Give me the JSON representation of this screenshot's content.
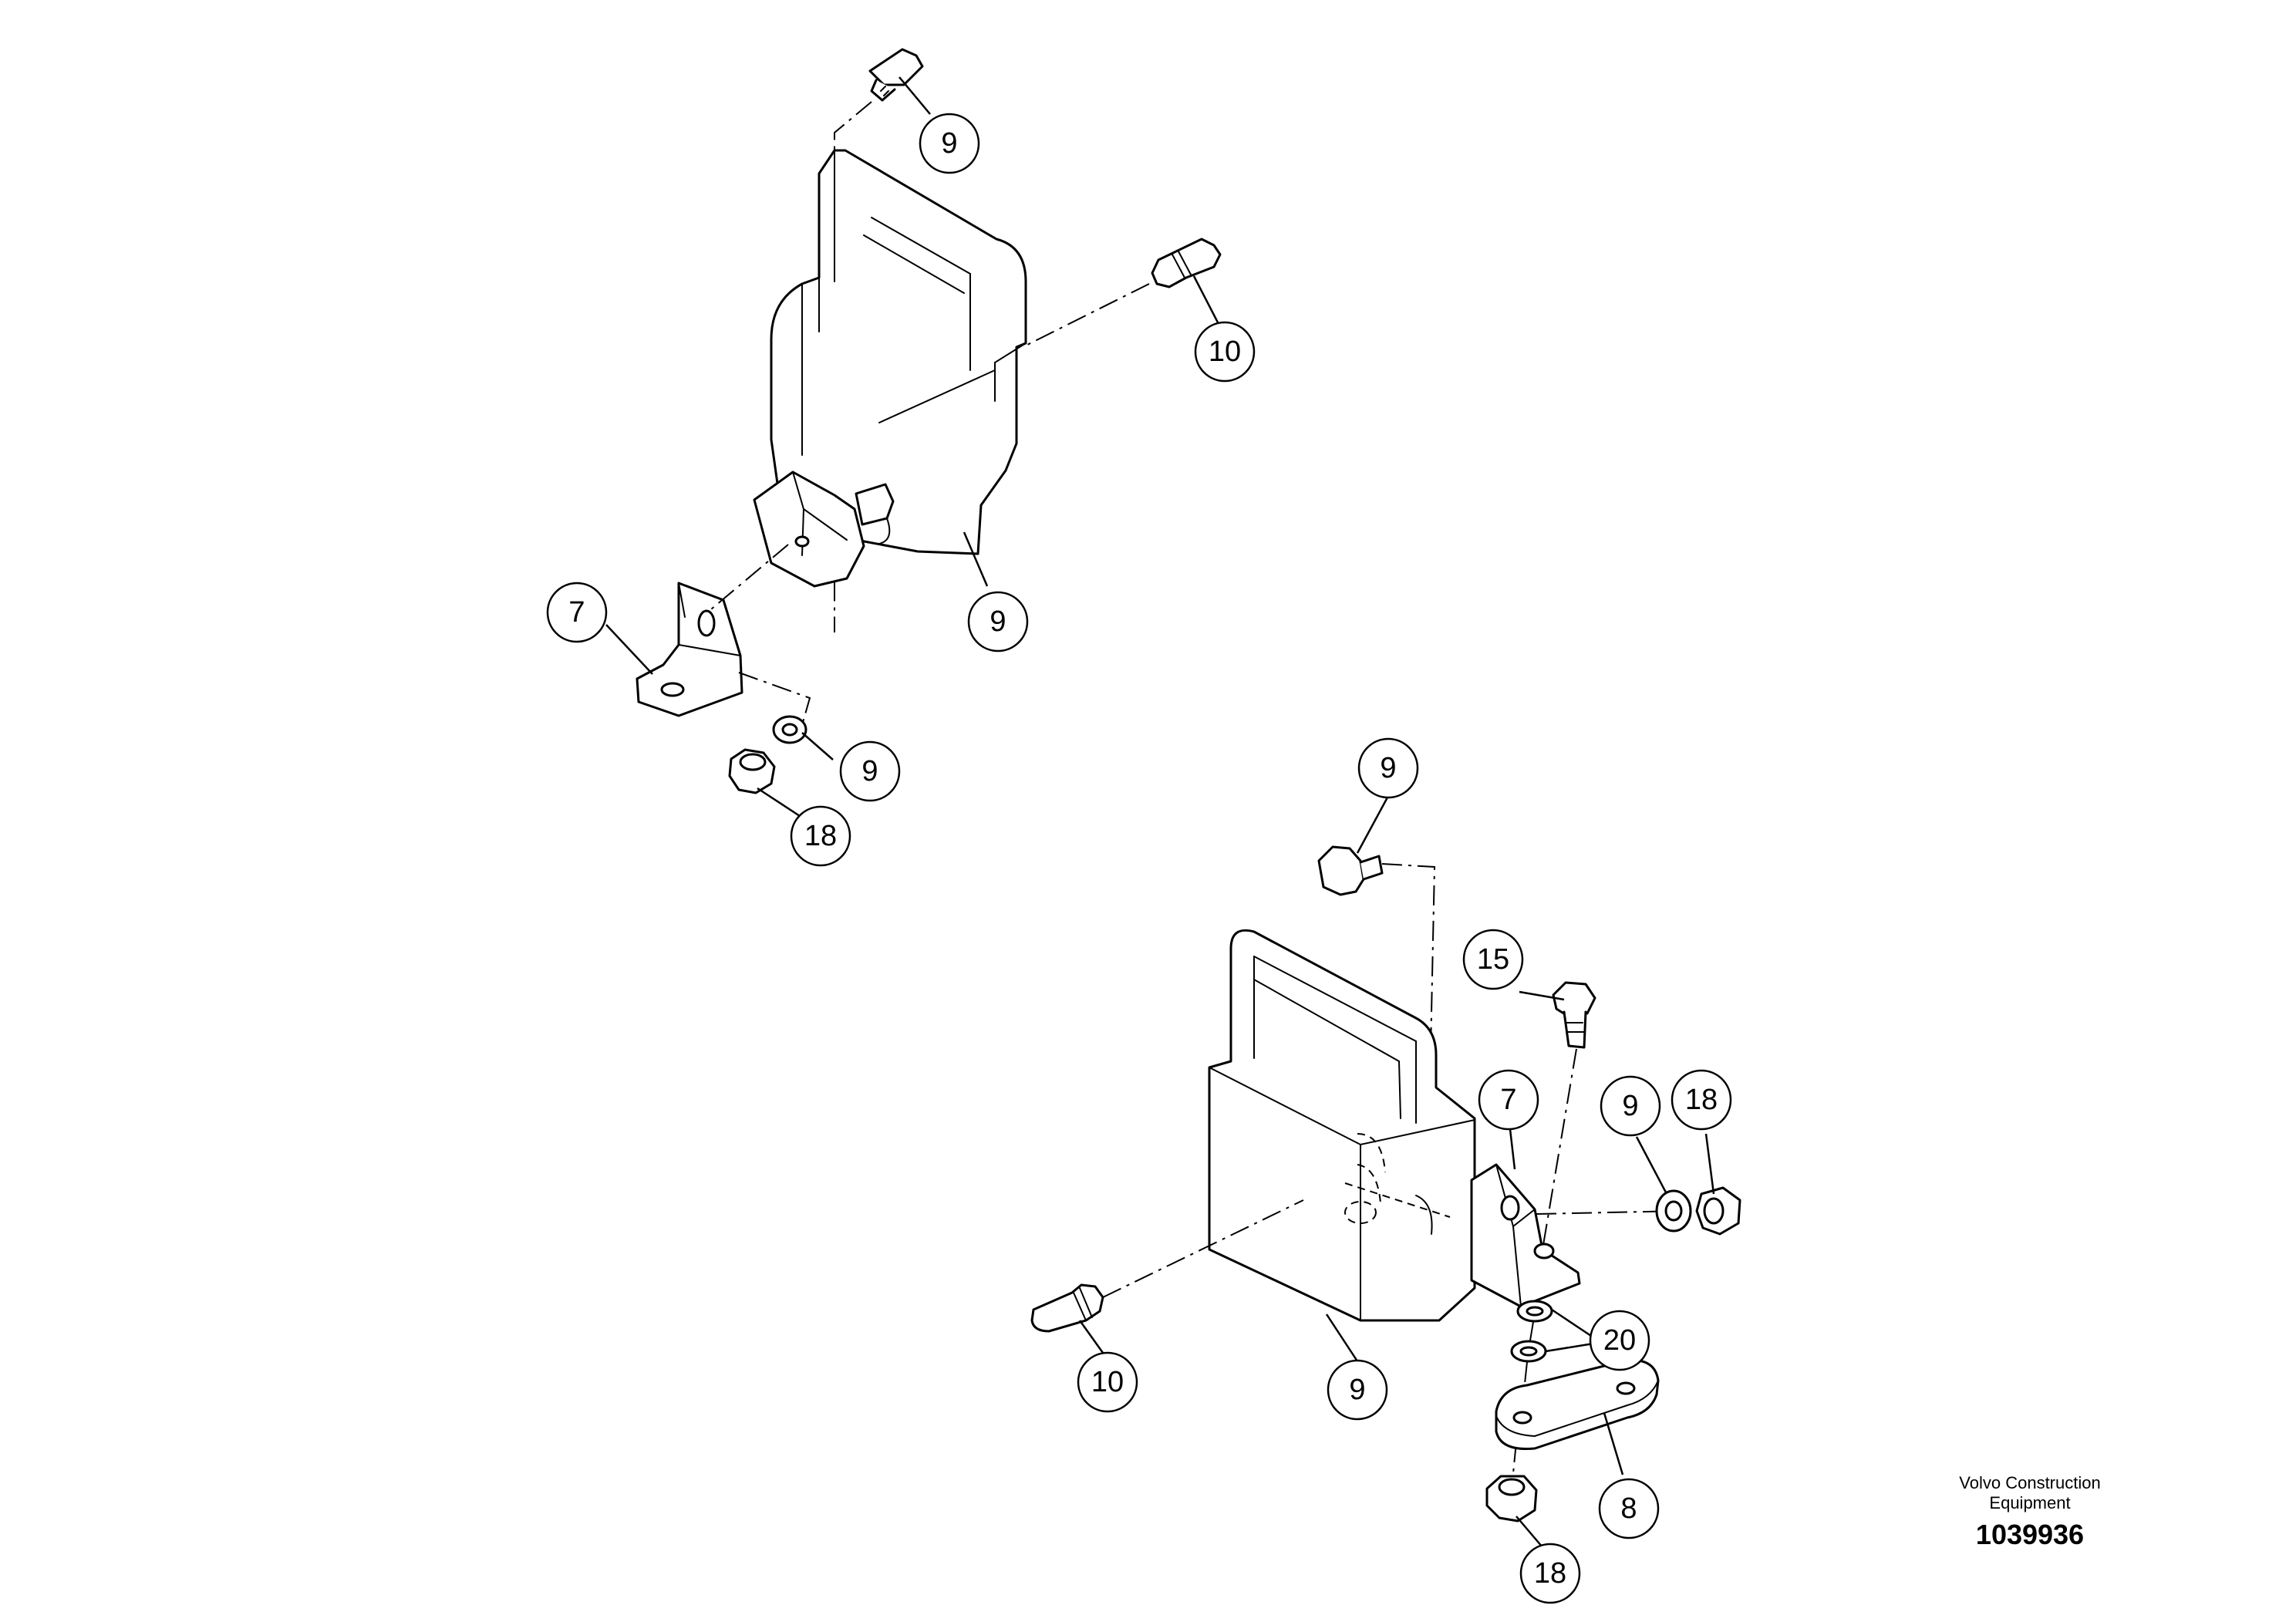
{
  "callouts": [
    {
      "label": "9"
    },
    {
      "label": "10"
    },
    {
      "label": "9"
    },
    {
      "label": "7"
    },
    {
      "label": "9"
    },
    {
      "label": "18"
    },
    {
      "label": "9"
    },
    {
      "label": "15"
    },
    {
      "label": "7"
    },
    {
      "label": "9"
    },
    {
      "label": "18"
    },
    {
      "label": "20"
    },
    {
      "label": "10"
    },
    {
      "label": "9"
    },
    {
      "label": "8"
    },
    {
      "label": "18"
    }
  ],
  "brand": {
    "line1": "Volvo Construction",
    "line2": "Equipment",
    "drawing_number": "1039936"
  }
}
